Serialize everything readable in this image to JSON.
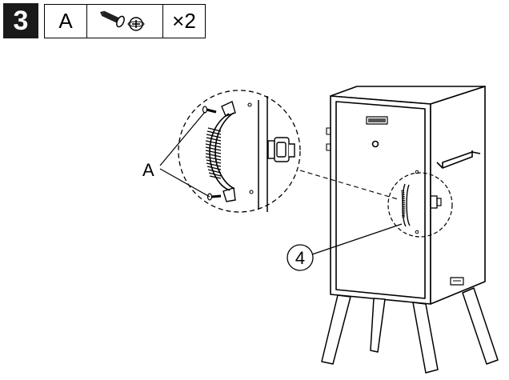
{
  "step": {
    "number": "3"
  },
  "parts": {
    "letter": "A",
    "icon": "screw-icon",
    "quantity": "×2"
  },
  "labels": {
    "part_callout": "A",
    "item_callout": "4"
  }
}
